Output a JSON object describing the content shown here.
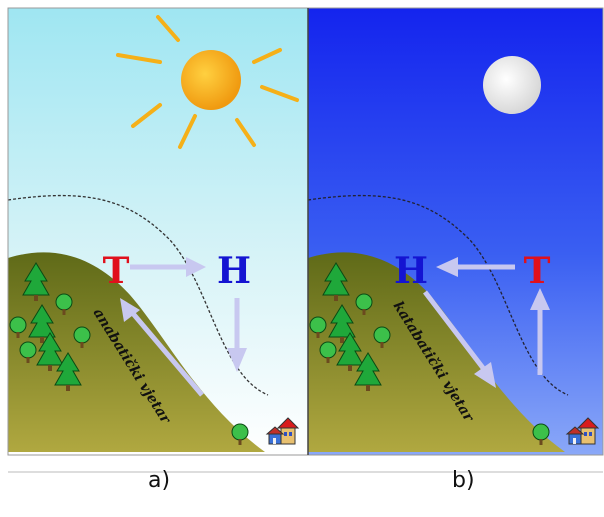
{
  "panels": {
    "a": {
      "caption": "a)",
      "wind_label": "anabatički vjetar",
      "left_letter": "T",
      "right_letter": "H",
      "sky_top": "#9fe6f2",
      "sky_bottom": "#ffffff",
      "celestial": "sun"
    },
    "b": {
      "caption": "b)",
      "wind_label": "katabatički vjetar",
      "left_letter": "H",
      "right_letter": "T",
      "sky_top": "#1a2ff0",
      "sky_bottom": "#7fa0f8",
      "celestial": "moon"
    }
  },
  "colors": {
    "T": "#e0101c",
    "H": "#1414d2",
    "hill_top": "#6e7a1e",
    "hill_bottom": "#a6a03a",
    "arrow": "#c8c8f0",
    "sun": "#f5b018",
    "moon": "#f0f0f0"
  }
}
